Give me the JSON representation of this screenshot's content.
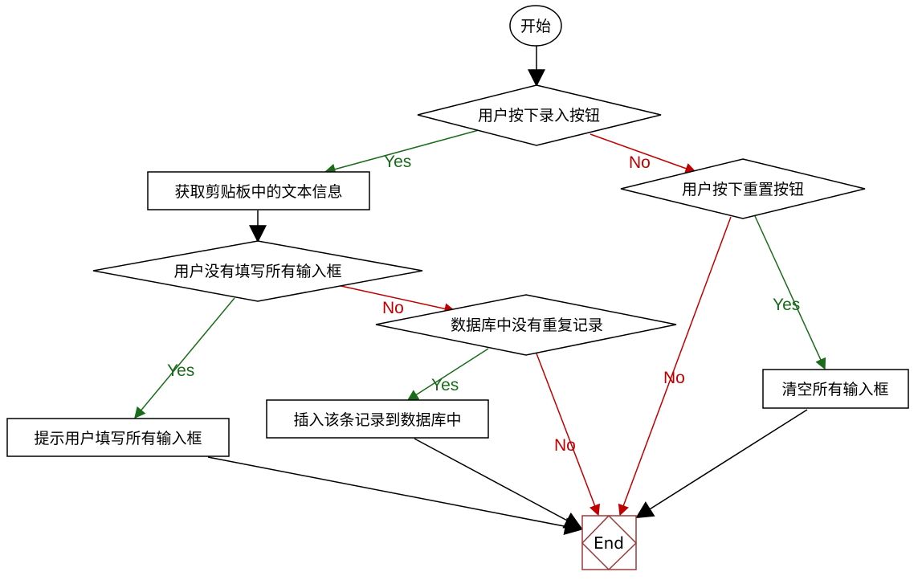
{
  "nodes": {
    "start": "开始",
    "d1": "用户按下录入按钮",
    "p_get": "获取剪贴板中的文本信息",
    "d_reset": "用户按下重置按钮",
    "d2": "用户没有填写所有输入框",
    "d3": "数据库中没有重复记录",
    "p_prompt": "提示用户填写所有输入框",
    "p_insert": "插入该条记录到数据库中",
    "p_clear": "清空所有输入框",
    "end": "End"
  },
  "edges": {
    "d1_yes": "Yes",
    "d1_no": "No",
    "d2_yes": "Yes",
    "d2_no": "No",
    "d3_yes": "Yes",
    "d3_no": "No",
    "reset_yes": "Yes",
    "reset_no": "No"
  },
  "colors": {
    "yes": "#1a6b1a",
    "no": "#c00000",
    "line": "#000000",
    "end_border": "#9b3a3a"
  }
}
